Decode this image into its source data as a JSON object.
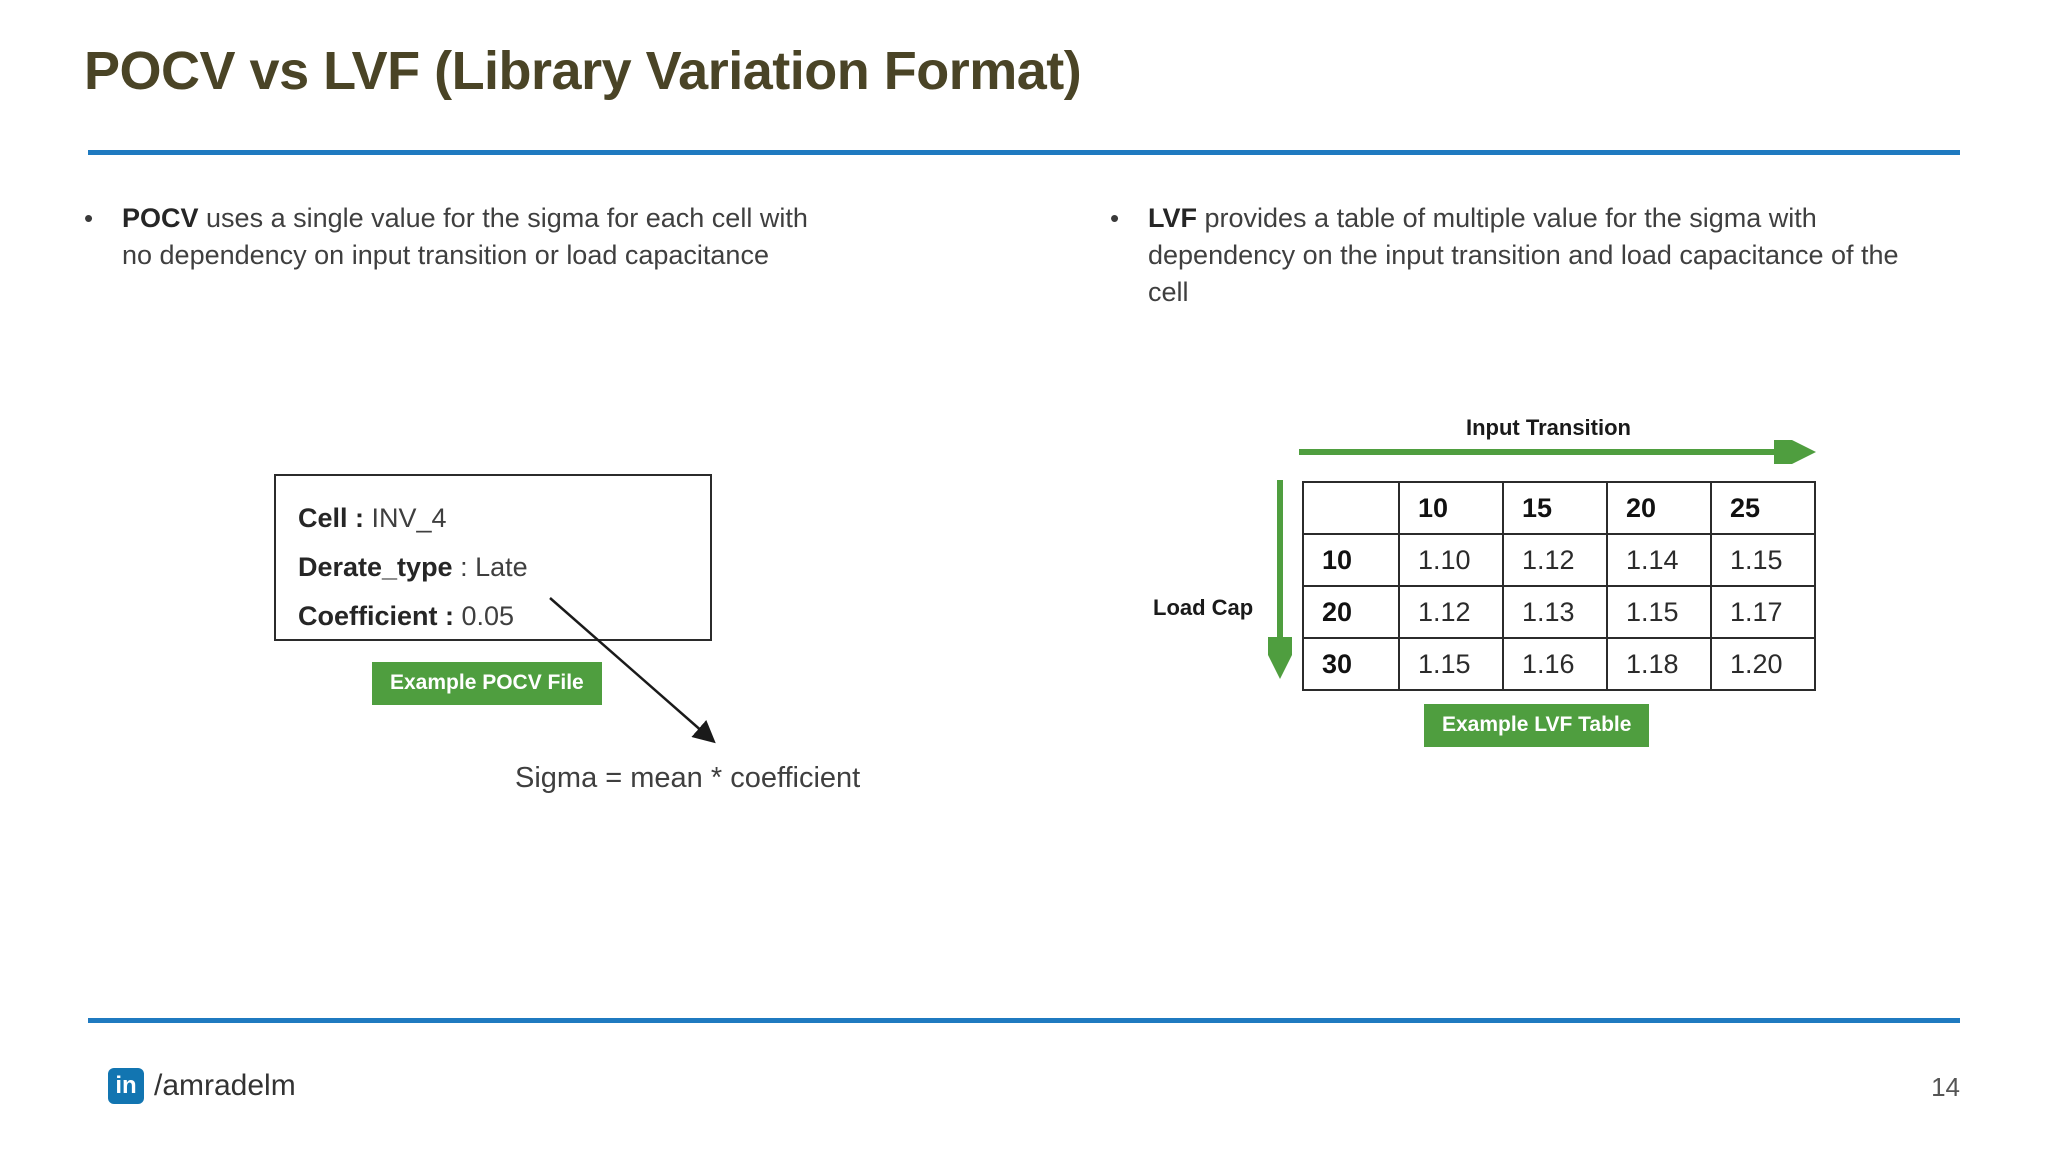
{
  "slide": {
    "title": "POCV vs LVF (Library Variation Format)",
    "page_number": "14",
    "accent_blue": "#1f7ac0",
    "title_color": "#4a4426",
    "badge_green": "#4f9e3f",
    "arrow_green": "#4f9e3f"
  },
  "bullets": {
    "left": {
      "marker": "•",
      "lead": "POCV",
      "rest": " uses a single value for the sigma for each cell with no dependency on input transition or load capacitance"
    },
    "right": {
      "marker": "•",
      "lead": "LVF",
      "rest": " provides a table of multiple value for the sigma with dependency on the input transition and load capacitance of the cell"
    }
  },
  "pocv_box": {
    "rows": [
      {
        "label": "Cell :",
        "value": " INV_4"
      },
      {
        "label": "Derate_type",
        "value": " : Late"
      },
      {
        "label": "Coefficient :",
        "value": " 0.05"
      }
    ],
    "badge": "Example POCV File",
    "equation": "Sigma = mean * coefficient"
  },
  "lvf": {
    "badge": "Example LVF Table",
    "x_axis_label": "Input Transition",
    "y_axis_label": "Load Cap",
    "corner": "",
    "col_headers": [
      "10",
      "15",
      "20",
      "25"
    ],
    "row_headers": [
      "10",
      "20",
      "30"
    ],
    "rows": [
      [
        "1.10",
        "1.12",
        "1.14",
        "1.15"
      ],
      [
        "1.12",
        "1.13",
        "1.15",
        "1.17"
      ],
      [
        "1.15",
        "1.16",
        "1.18",
        "1.20"
      ]
    ]
  },
  "chart_data": {
    "type": "table",
    "title": "Example LVF Table",
    "xlabel": "Input Transition",
    "ylabel": "Load Cap",
    "categories": [
      "10",
      "15",
      "20",
      "25"
    ],
    "row_categories": [
      "10",
      "20",
      "30"
    ],
    "series": [
      {
        "name": "Load Cap 10",
        "values": [
          1.1,
          1.12,
          1.14,
          1.15
        ]
      },
      {
        "name": "Load Cap 20",
        "values": [
          1.12,
          1.13,
          1.15,
          1.17
        ]
      },
      {
        "name": "Load Cap 30",
        "values": [
          1.15,
          1.16,
          1.18,
          1.2
        ]
      }
    ],
    "grid": true,
    "legend": "none"
  },
  "footer": {
    "linkedin_glyph": "in",
    "handle": "/amradelm"
  }
}
